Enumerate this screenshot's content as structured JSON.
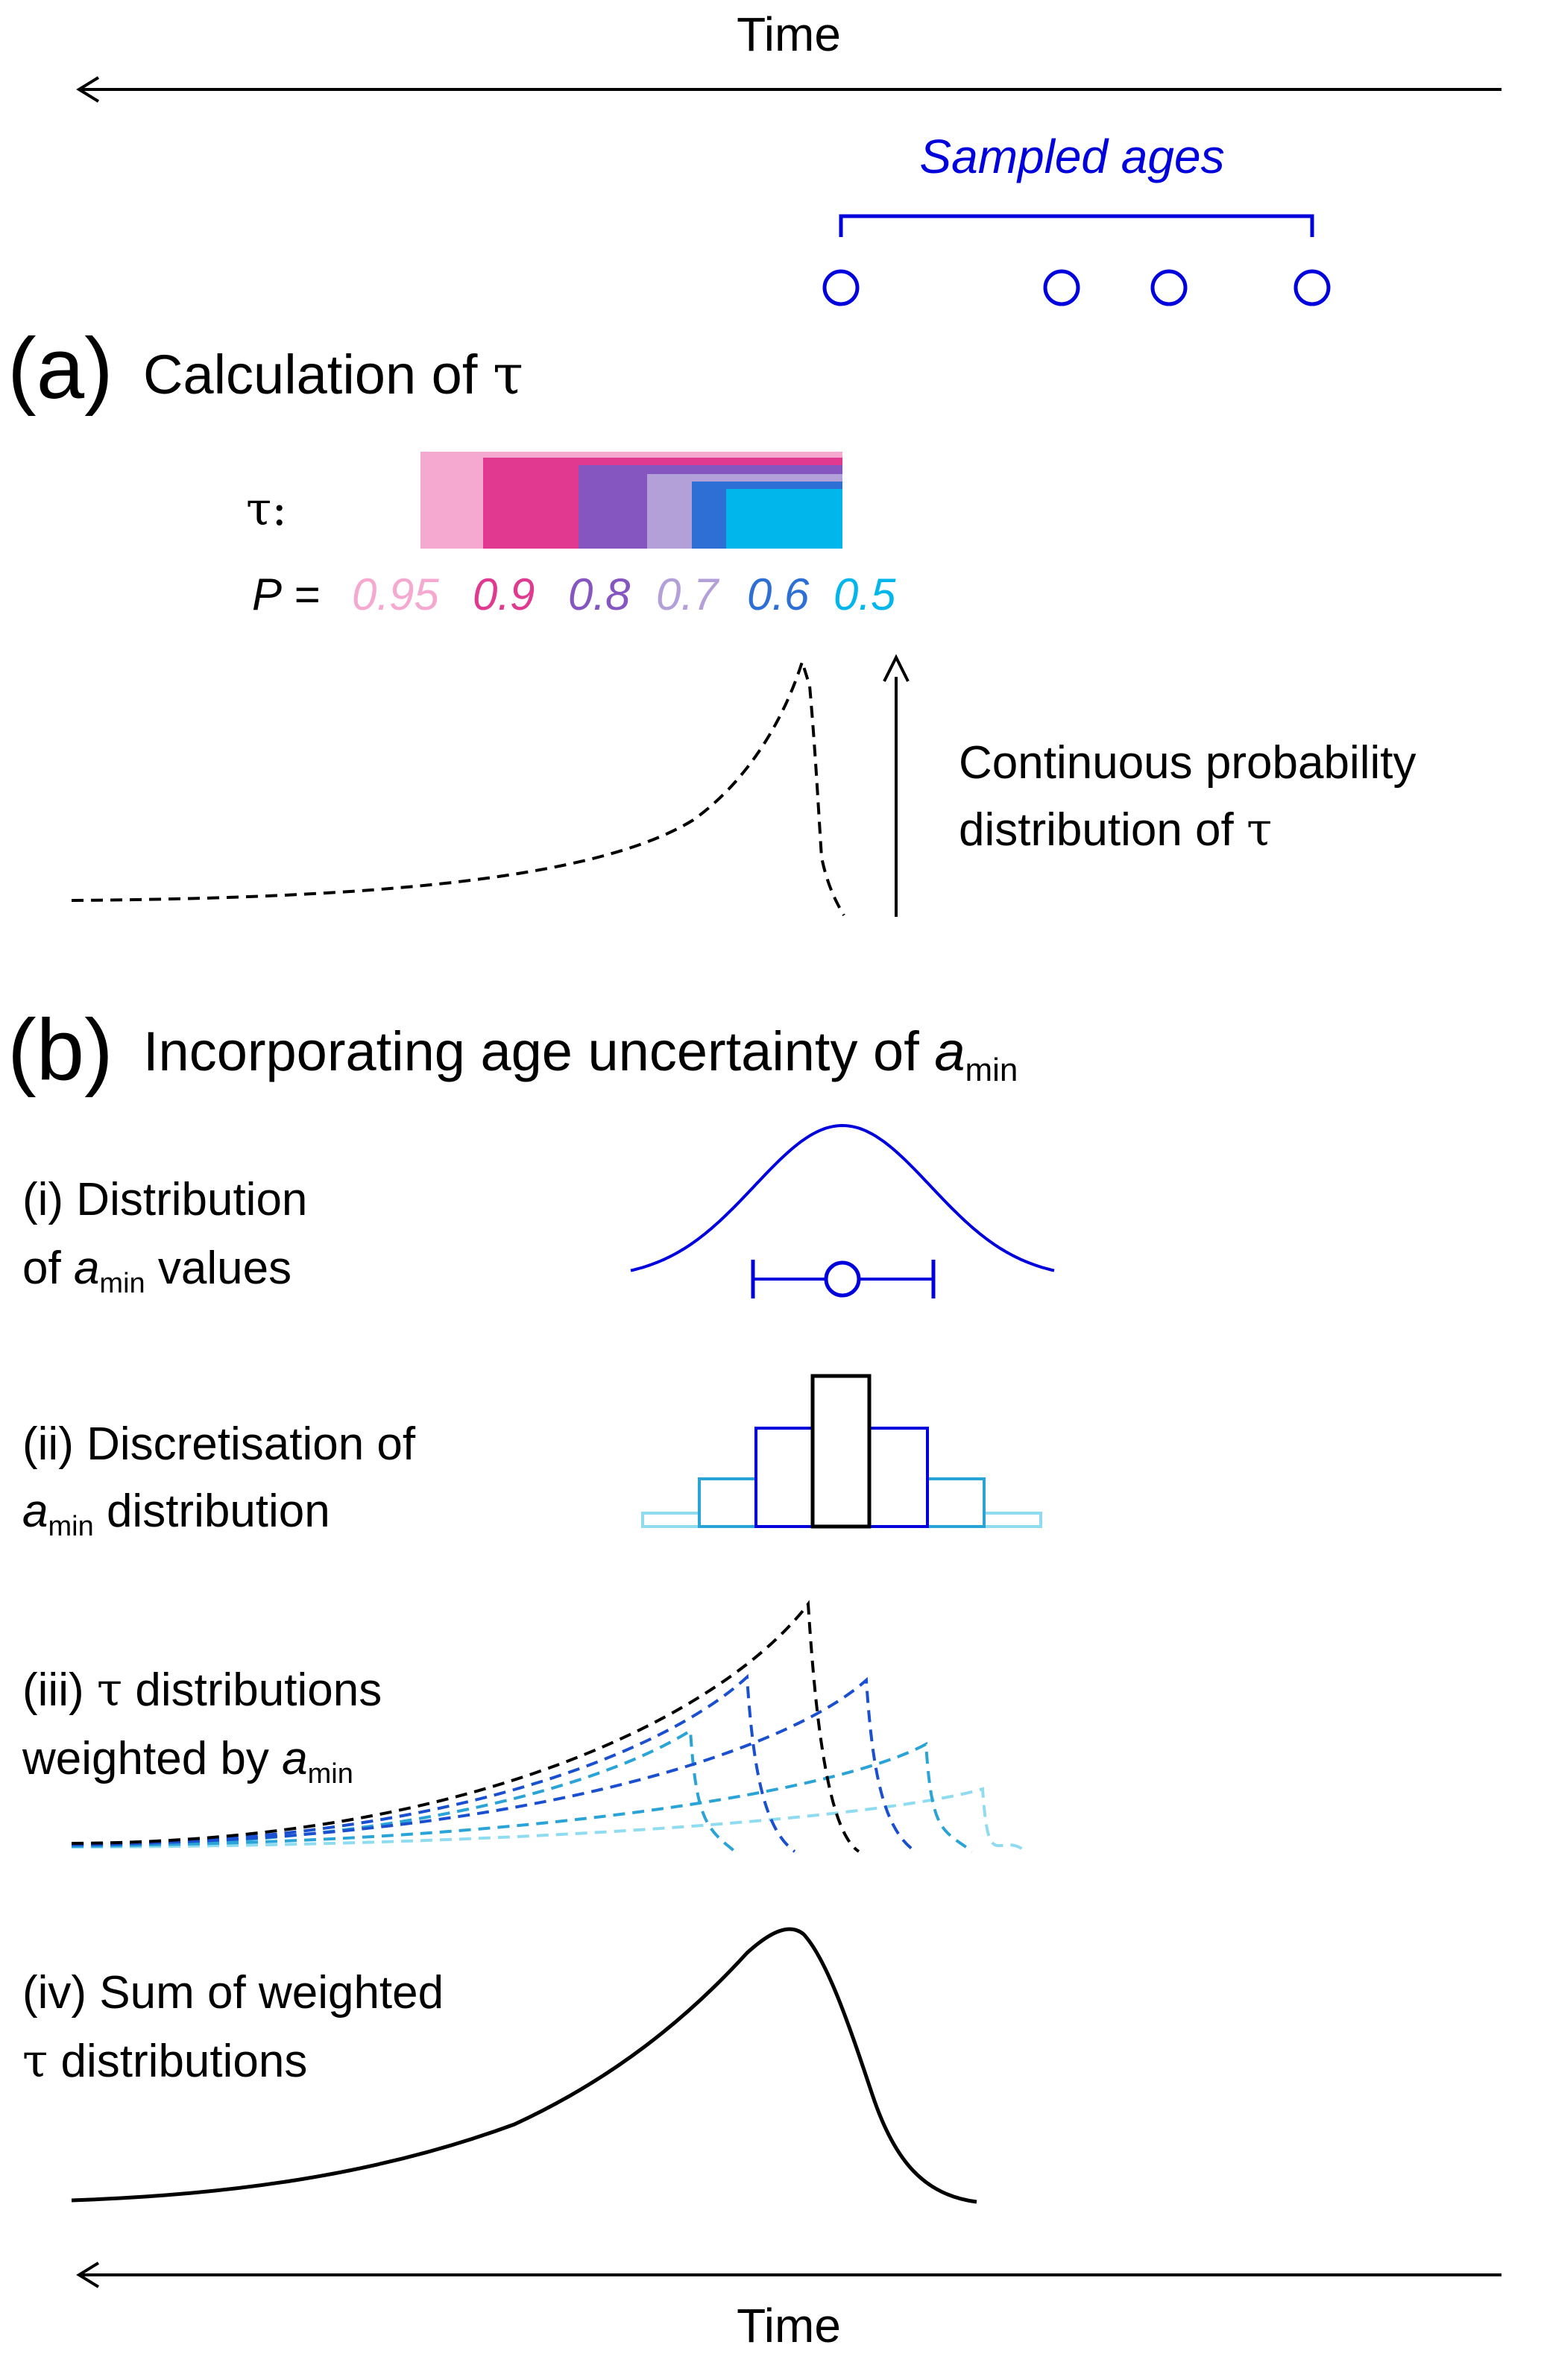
{
  "time_axis": {
    "top_label": "Time",
    "bottom_label": "Time"
  },
  "sampled_ages": {
    "label": "Sampled ages",
    "color": "#0000dd"
  },
  "panel_a": {
    "letter": "(a)",
    "title_prefix": "Calculation of ",
    "tau": "τ",
    "tau_row_label": "τ:",
    "p_prefix": "P",
    "p_equals": " =",
    "probabilities": [
      {
        "value": "0.95",
        "color": "#f5a9d0"
      },
      {
        "value": "0.9",
        "color": "#e0398f"
      },
      {
        "value": "0.8",
        "color": "#8656c0"
      },
      {
        "value": "0.7",
        "color": "#b4a0d8"
      },
      {
        "value": "0.6",
        "color": "#2e6fd6"
      },
      {
        "value": "0.5",
        "color": "#00b6ea"
      }
    ],
    "arrow_label_line1": "Continuous probability",
    "arrow_label_line2": "distribution of ",
    "arrow_label_tau": "τ"
  },
  "panel_b": {
    "letter": "(b)",
    "title_prefix": "Incorporating age uncertainty of ",
    "a": "a",
    "sub_min": "min",
    "step_i_line1": "(i) Distribution",
    "step_i_line2_prefix": "of ",
    "step_i_line2_suffix": " values",
    "step_ii_line1": "(ii) Discretisation of",
    "step_ii_line2_suffix": " distribution",
    "step_iii_prefix": "(iii) ",
    "step_iii_suffix": " distributions",
    "step_iii_line2": "weighted by ",
    "step_iv_line1": "(iv) Sum of weighted",
    "step_iv_line2_suffix": " distributions"
  },
  "colors": {
    "black": "#000000",
    "blue": "#0000dd",
    "mid_blue": "#1a4fd0",
    "teal": "#2aa3d6",
    "light_teal": "#8fdcf0"
  }
}
